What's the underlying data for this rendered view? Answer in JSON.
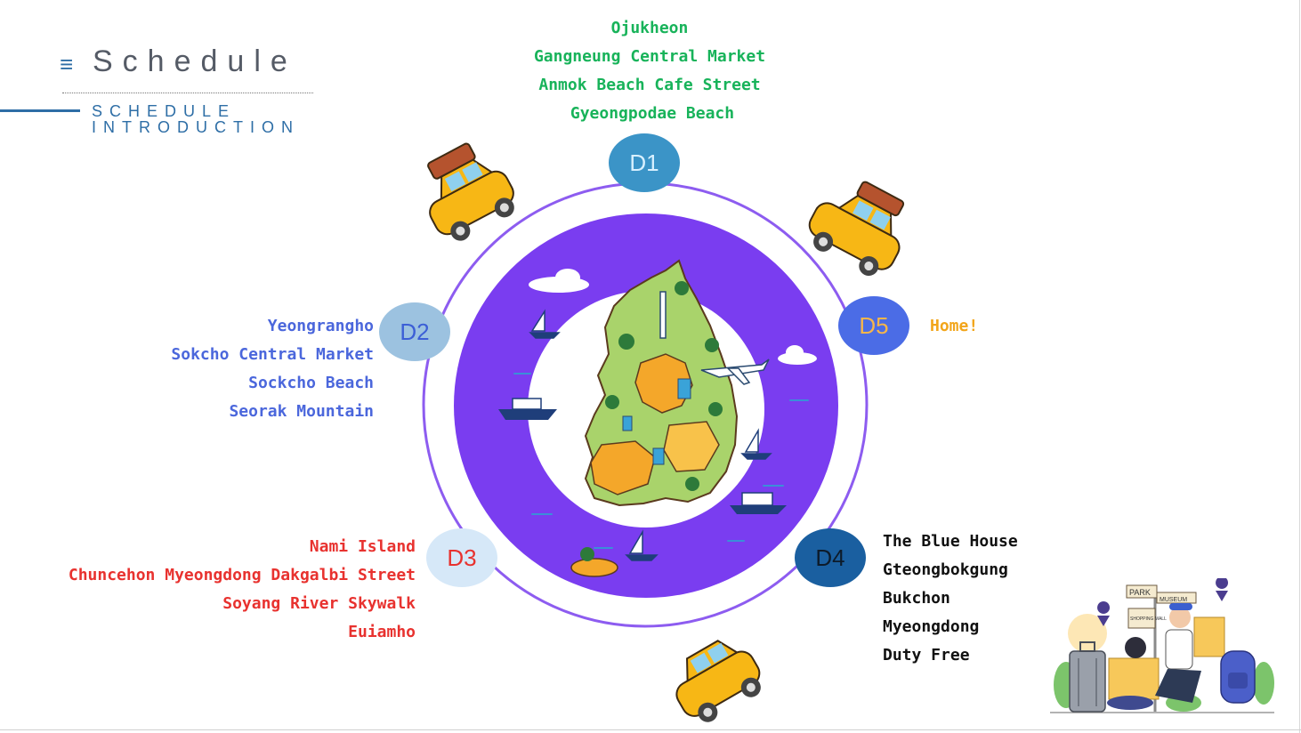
{
  "header": {
    "menu_glyph": "≡",
    "title": "Schedule",
    "subtitle_line1": "SCHEDULE",
    "subtitle_line2": "INTRODUCTION"
  },
  "days": {
    "d1": {
      "label": "D1",
      "items": [
        "Ojukheon",
        "Gangneung Central Market",
        "Anmok Beach Cafe Street",
        "Gyeongpodae Beach"
      ]
    },
    "d2": {
      "label": "D2",
      "items": [
        "Yeongrangho",
        "Sokcho Central Market",
        "Sockcho Beach",
        "Seorak Mountain"
      ]
    },
    "d3": {
      "label": "D3",
      "items": [
        "Nami Island",
        "Chuncehon Myeongdong Dakgalbi Street",
        "Soyang River Skywalk",
        "Euiamho"
      ]
    },
    "d4": {
      "label": "D4",
      "items": [
        "The Blue House",
        "Gteongbokgung",
        "Bukchon",
        "Myeongdong",
        "Duty Free"
      ]
    },
    "d5": {
      "label": "D5",
      "items": [
        "Home!"
      ]
    }
  },
  "illustration": {
    "sign_park": "PARK",
    "sign_museum": "MUSEUM",
    "sign_mall": "SHOPPING MALL"
  },
  "colors": {
    "d1_text": "#18b35a",
    "d2_text": "#4b67dc",
    "d3_text": "#e8322f",
    "d4_text": "#111111",
    "d5_text": "#f2a51a",
    "ring": "#8d5cf0",
    "map_circle": "#7a3df0",
    "accent": "#2e6ea6"
  }
}
